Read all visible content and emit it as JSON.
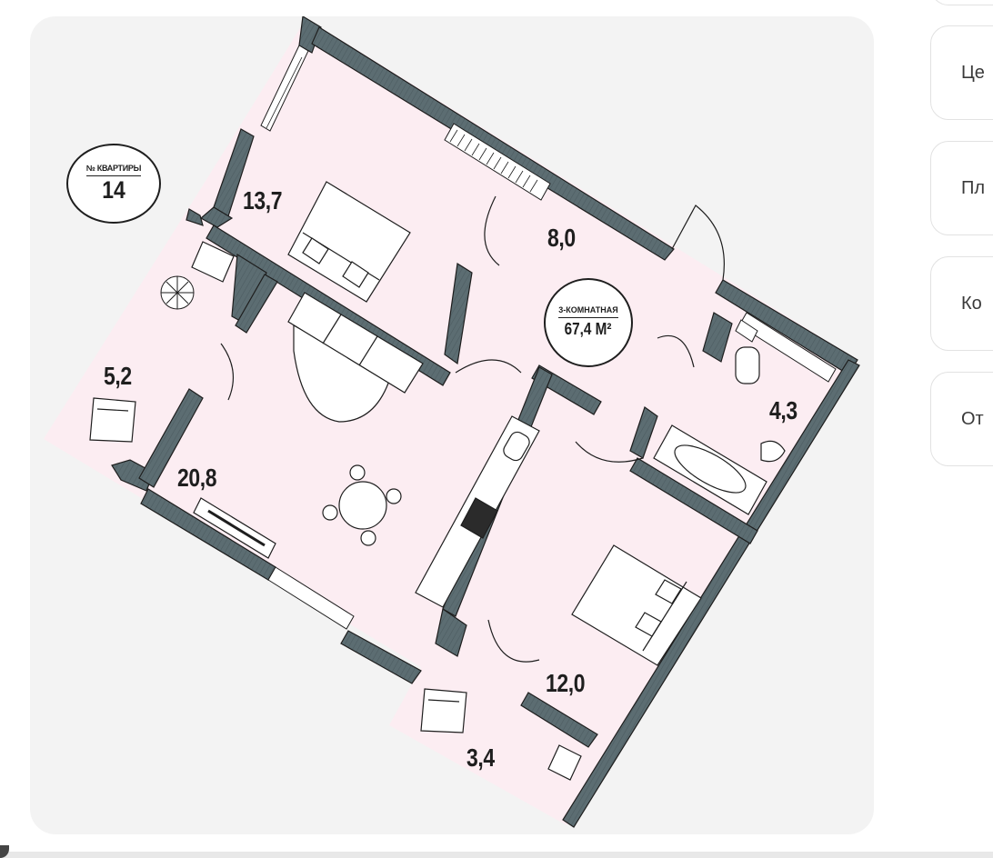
{
  "apartment": {
    "number_caption": "№ КВАРТИРЫ",
    "number": "14",
    "type_caption": "3-КОМНАТНАЯ",
    "total_area": "67,4 М²"
  },
  "rooms": [
    {
      "name": "bedroom-top",
      "area": "13,7"
    },
    {
      "name": "hallway",
      "area": "8,0"
    },
    {
      "name": "balcony-left",
      "area": "5,2"
    },
    {
      "name": "living-kitchen",
      "area": "20,8"
    },
    {
      "name": "bathroom",
      "area": "4,3"
    },
    {
      "name": "bedroom-bottom",
      "area": "12,0"
    },
    {
      "name": "balcony-bottom",
      "area": "3,4"
    }
  ],
  "side_menu": [
    {
      "label": "Це"
    },
    {
      "label": "Пл"
    },
    {
      "label": "Ко"
    },
    {
      "label": "От"
    }
  ],
  "colors": {
    "floor": "#fcedf2",
    "wall": "#5c6d72",
    "line": "#1e1e1e",
    "card": "#f3f3f3"
  }
}
